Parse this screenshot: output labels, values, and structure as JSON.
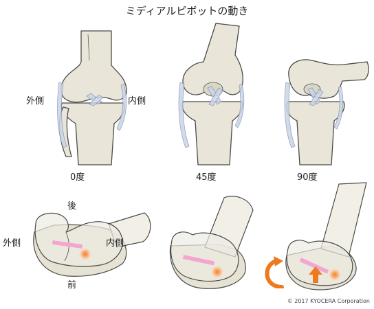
{
  "title": "ミディアルピボットの動き",
  "labels": {
    "lateral_top": "外側",
    "medial_top": "内側",
    "deg0": "0度",
    "deg45": "45度",
    "deg90": "90度",
    "posterior": "後",
    "lateral_bottom": "外側",
    "medial_bottom": "内側",
    "anterior": "前"
  },
  "copyright": "© 2017 KYOCERA Corporation",
  "colors": {
    "bone_fill": "#e9e6d9",
    "bone_stroke": "#4a4a48",
    "ligament": "#c9d5e8",
    "pink_bar": "#f3a7cf",
    "pivot_dot": "#f4a15a",
    "rotation_arrow": "#ee7a1f",
    "background": "#ffffff"
  },
  "icons": {
    "rotation": "curved-rotation-arrow-icon",
    "forward": "up-arrow-icon"
  }
}
